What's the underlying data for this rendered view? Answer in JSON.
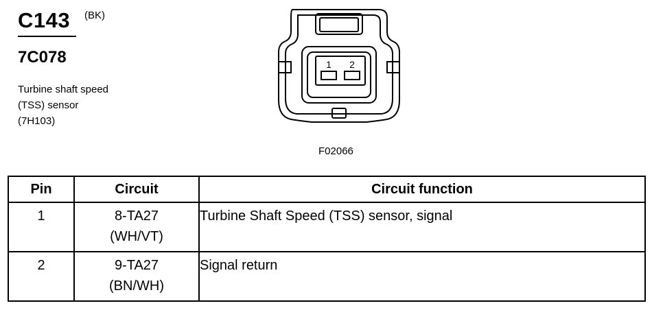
{
  "header": {
    "connector_id": "C143",
    "color_code": "(BK)",
    "part_number": "7C078",
    "description_lines": [
      "Turbine shaft speed",
      "(TSS) sensor",
      "(7H103)"
    ]
  },
  "diagram": {
    "pin_labels": [
      "1",
      "2"
    ],
    "figure_code": "F02066"
  },
  "table": {
    "headers": [
      "Pin",
      "Circuit",
      "Circuit function"
    ],
    "rows": [
      {
        "pin": "1",
        "circuit": "8-TA27",
        "wire_color": "(WH/VT)",
        "function": "Turbine Shaft Speed (TSS) sensor, signal"
      },
      {
        "pin": "2",
        "circuit": "9-TA27",
        "wire_color": "(BN/WH)",
        "function": "Signal return"
      }
    ]
  }
}
